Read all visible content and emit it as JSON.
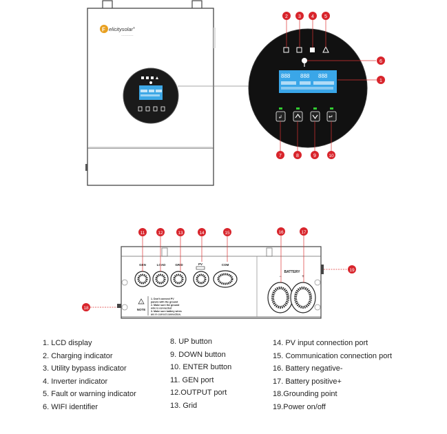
{
  "brand": {
    "name": "elicitysolar",
    "registered": "®"
  },
  "callouts_top": [
    "2",
    "3",
    "4",
    "5",
    "6",
    "1",
    "7",
    "8",
    "9",
    "10"
  ],
  "callouts_bottom": [
    "11",
    "12",
    "13",
    "14",
    "15",
    "16",
    "17",
    "18",
    "19"
  ],
  "lcd": {
    "left_digits": "888",
    "mid_digits": "888",
    "right_digits": "888"
  },
  "bottom_panel": {
    "port_labels": [
      "GEN",
      "LOAD",
      "GRID",
      "PV",
      "COM"
    ],
    "battery_label": "BATTERY",
    "note_title": "NOTE",
    "note_lines": [
      "1. Don't connect PV",
      "   panels with the ground",
      "2. Make sure the ground",
      "   wire is connected",
      "3. Make sure battery wires",
      "   are in correct connection."
    ]
  },
  "legend": {
    "col1": [
      "1. LCD display",
      "2. Charging indicator",
      "3. Utility bypass indicator",
      "4. Inverter indicator",
      "5. Fault or warning indicator",
      "6. WIFI identifier"
    ],
    "col2": [
      "8. UP button",
      "9. DOWN button",
      "10. ENTER button",
      "11. GEN port",
      "12.OUTPUT port",
      "13. Grid"
    ],
    "col3": [
      "14. PV input connection port",
      "15. Communication connection port",
      "16. Battery negative-",
      "17. Battery positive+",
      "18.Grounding point",
      "19.Power on/off"
    ]
  }
}
